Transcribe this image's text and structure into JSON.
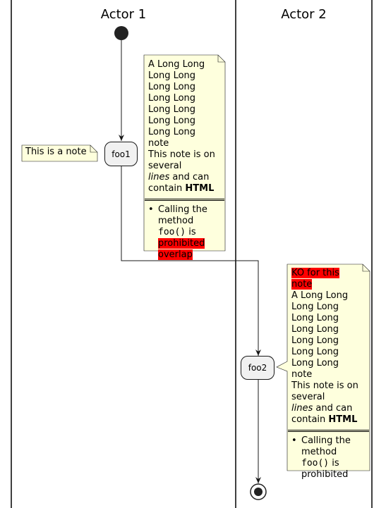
{
  "swimlanes": [
    {
      "title": "Actor 1"
    },
    {
      "title": "Actor 2"
    }
  ],
  "actions": {
    "foo1": "foo1",
    "foo2": "foo2"
  },
  "note_left": {
    "text": "This is a note"
  },
  "note_right": {
    "lines": [
      "A Long Long",
      "Long Long",
      "Long Long",
      "Long Long",
      "Long Long",
      "Long Long",
      "Long Long",
      "note",
      "This note is on",
      "several"
    ],
    "lines_italic": "lines",
    "and_can": " and can",
    "contain": "contain ",
    "html": "HTML",
    "bullet_1": "Calling the",
    "bullet_2": "method",
    "code": "foo()",
    "is": " is",
    "prohibited": "prohibited",
    "overlap": "overlap"
  },
  "note_foo2": {
    "highlight_1": "KO for this",
    "highlight_2": "note",
    "lines": [
      "A Long Long",
      "Long Long",
      "Long Long",
      "Long Long",
      "Long Long",
      "Long Long",
      "Long Long",
      "note",
      "This note is on",
      "several"
    ],
    "lines_italic": "lines",
    "and_can": " and can",
    "contain": "contain ",
    "html": "HTML",
    "bullet_1": "Calling the",
    "bullet_2": "method",
    "code": "foo()",
    "is": " is",
    "prohibited": "prohibited"
  }
}
